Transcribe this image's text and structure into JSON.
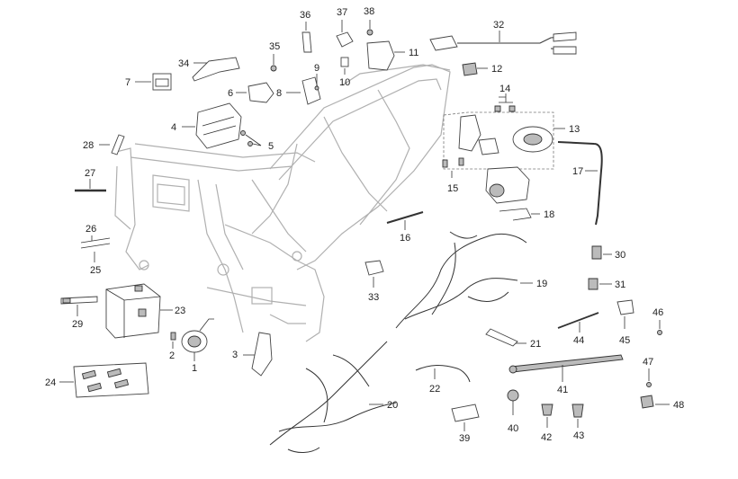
{
  "callouts": [
    "1",
    "2",
    "3",
    "4",
    "5",
    "6",
    "7",
    "8",
    "9",
    "10",
    "11",
    "12",
    "13",
    "14",
    "15",
    "16",
    "17",
    "18",
    "19",
    "20",
    "21",
    "22",
    "23",
    "24",
    "25",
    "26",
    "27",
    "28",
    "29",
    "30",
    "31",
    "32",
    "33",
    "34",
    "35",
    "36",
    "37",
    "38",
    "39",
    "40",
    "41",
    "42",
    "43",
    "44",
    "45",
    "46",
    "47",
    "48"
  ],
  "colors": {
    "line": "#333333",
    "frame": "#b0b0b0",
    "background": "#ffffff"
  }
}
